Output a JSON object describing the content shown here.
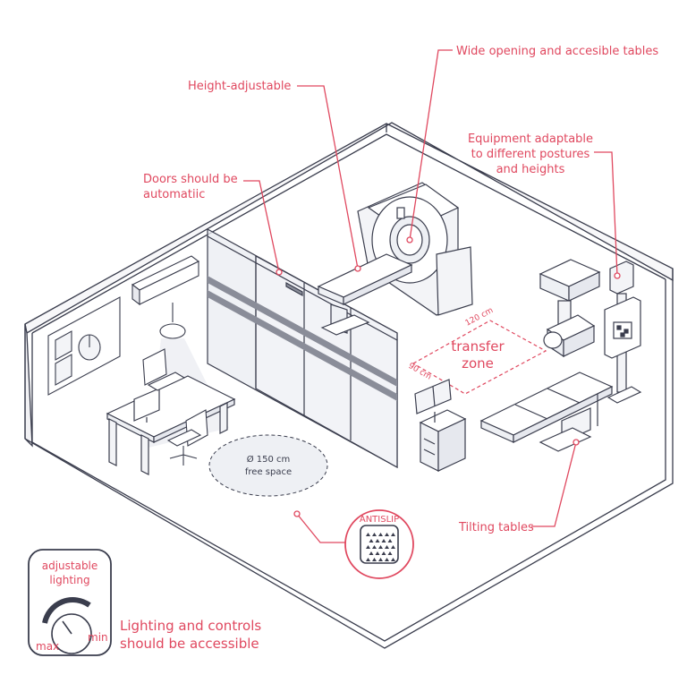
{
  "labels": {
    "wide_opening": "Wide opening and accesible tables",
    "height_adjustable": "Height-adjustable",
    "equipment_1": "Equipment adaptable",
    "equipment_2": "to different postures",
    "equipment_3": "and heights",
    "doors_1": "Doors should be",
    "doors_2": "automatiic",
    "transfer_1": "transfer",
    "transfer_2": "zone",
    "dim_120": "120 cm",
    "dim_90": "90 cm",
    "free_1": "Ø 150 cm",
    "free_2": "free space",
    "antislip": "ANTISLIP",
    "tilting": "Tilting tables",
    "lighting_1": "Lighting and controls",
    "lighting_2": "should be accessible"
  },
  "lighting_panel": {
    "title_1": "adjustable",
    "title_2": "lighting",
    "max": "max",
    "min": "min"
  },
  "colors": {
    "accent": "#e0485f",
    "line": "#3a3d4d",
    "fill": "#f3f4f7",
    "stripe": "#8a8d99"
  }
}
